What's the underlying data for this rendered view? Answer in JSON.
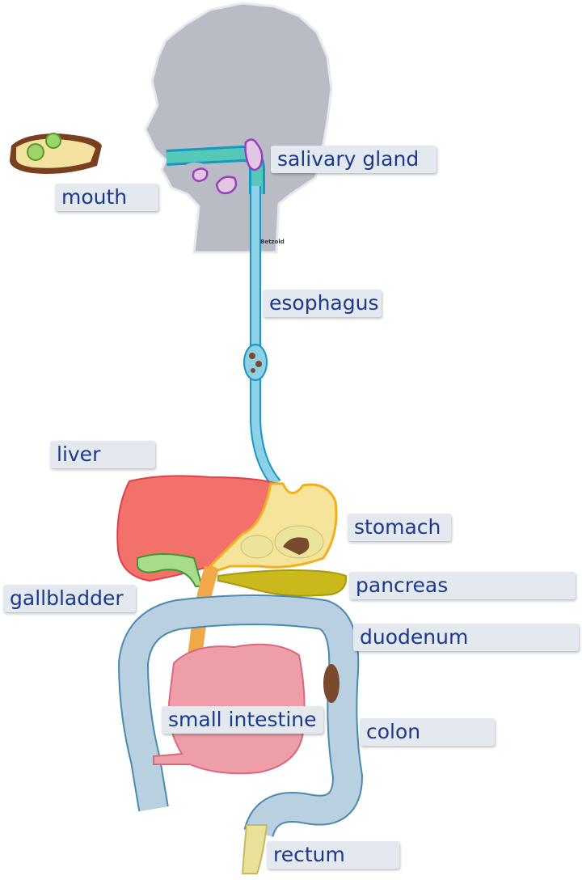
{
  "diagram": {
    "brand": "Betzold",
    "labels": {
      "salivary_gland": "salivary gland",
      "mouth": "mouth",
      "esophagus": "esophagus",
      "liver": "liver",
      "stomach": "stomach",
      "pancreas": "pancreas",
      "gallbladder": "gallbladder",
      "duodenum": "duodenum",
      "small_intestine": "small intestine",
      "colon": "colon",
      "rectum": "rectum"
    },
    "colors": {
      "label_text": "#1c3a8c",
      "label_bg": "#e4e8ef",
      "head": "#b9bcc4",
      "esophagus": "#8ed0e6",
      "liver": "#f2716a",
      "stomach": "#f6e49a",
      "pancreas": "#c9b91c",
      "colon": "#b8d0e0",
      "small_intestine": "#ee9ea8",
      "rectum": "#e9e09a"
    }
  }
}
